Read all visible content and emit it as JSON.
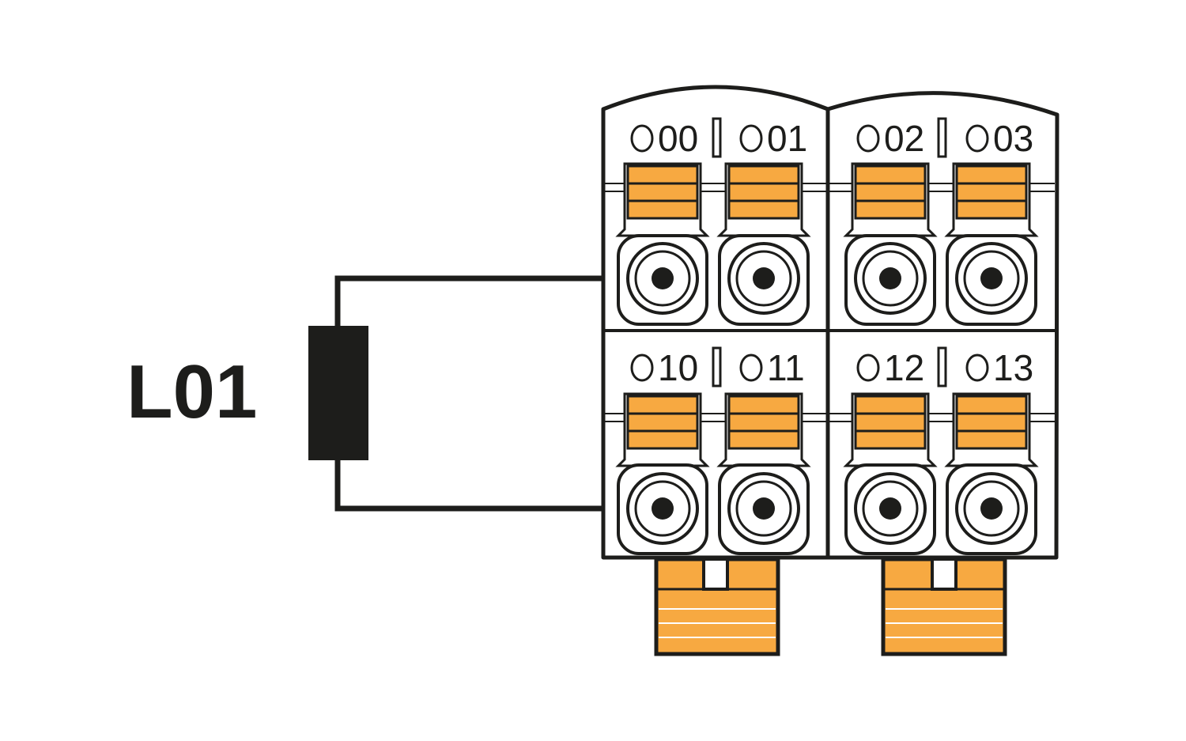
{
  "load": {
    "label": "L01"
  },
  "colors": {
    "ink": "#1d1d1b",
    "accent": "#f7a941",
    "background": "#ffffff"
  },
  "terminals": {
    "t00": "00",
    "t01": "01",
    "t02": "02",
    "t03": "03",
    "t10": "10",
    "t11": "11",
    "t12": "12",
    "t13": "13"
  }
}
